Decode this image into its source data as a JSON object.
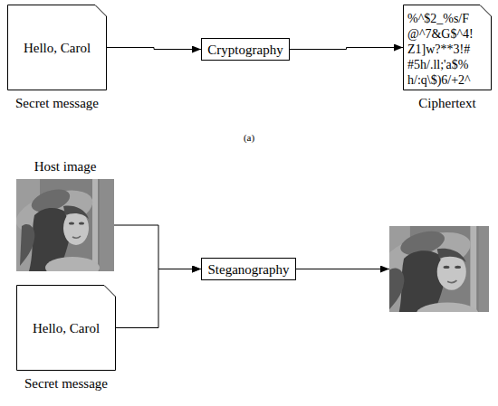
{
  "diagram": {
    "nodes": [
      {
        "text": [
          "Hello, Carol",
          "Secret message"
        ]
      },
      {
        "text": [
          "Cryptography"
        ]
      },
      {
        "text": [
          "%^$2_%s/F @^7&G$^4! Z1]w?**3!# #5h/.ll;'a$% h/:q\\$)6/+2^",
          "Ciphertext"
        ]
      },
      {
        "text": [
          "Host image"
        ]
      },
      {
        "text": [
          "Hello, Carol",
          "Secret message"
        ]
      },
      {
        "text": [
          "Steganography"
        ]
      },
      {
        "text": []
      }
    ],
    "edges": [
      {
        "from": 0,
        "to": 1,
        "arrow": "to"
      },
      {
        "from": 1,
        "to": 2,
        "arrow": "to"
      },
      {
        "from": 3,
        "to": 5,
        "arrow": "to"
      },
      {
        "from": 4,
        "to": 5,
        "arrow": "to"
      },
      {
        "from": 5,
        "to": 6,
        "arrow": "to"
      }
    ],
    "labels": [
      "(a)"
    ]
  }
}
